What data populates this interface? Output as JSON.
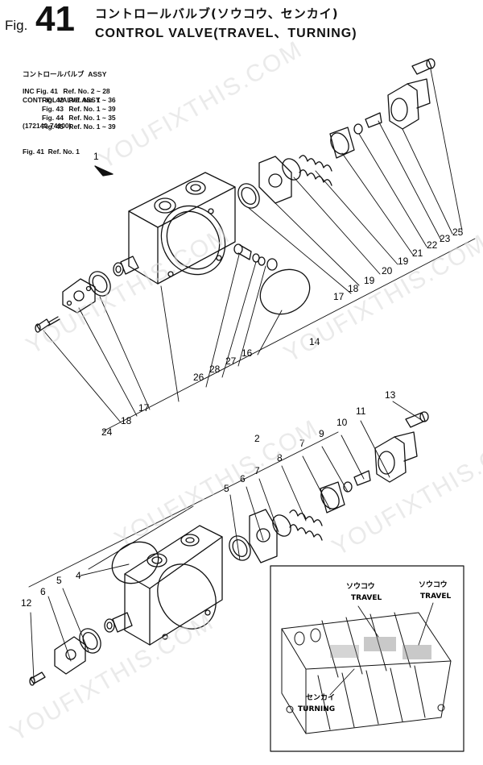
{
  "header": {
    "fig_word": "Fig.",
    "fig_number": "41",
    "title_jp": "コントロールバルブ(ソウコウ、センカイ)",
    "title_en": "CONTROL VALVE(TRAVEL、TURNING)"
  },
  "assy_block": {
    "line1": "コントロールバルブ  ASSY",
    "line2": "CONTROL VALVE ASSY",
    "line3": "(172149-74100)",
    "line4": "Fig. 41  Ref. No. 1",
    "refs": [
      {
        "fig": "INC Fig. 41",
        "ref": "Ref. No. 2 ~ 28"
      },
      {
        "fig": "Fig. 42",
        "ref": "Ref. No. 1 ~ 36"
      },
      {
        "fig": "Fig. 43",
        "ref": "Ref. No. 1 ~ 39"
      },
      {
        "fig": "Fig. 44",
        "ref": "Ref. No. 1 ~ 35"
      },
      {
        "fig": "Fig. 45",
        "ref": "Ref. No. 1 ~ 39"
      }
    ]
  },
  "callouts_upper": [
    "1",
    "14",
    "16",
    "17",
    "17",
    "18",
    "18",
    "19",
    "19",
    "20",
    "21",
    "22",
    "23",
    "24",
    "25",
    "26",
    "27",
    "28"
  ],
  "callouts_lower": [
    "2",
    "4",
    "5",
    "5",
    "6",
    "6",
    "7",
    "7",
    "8",
    "9",
    "10",
    "11",
    "12",
    "13"
  ],
  "inset": {
    "travel_jp_1": "ソウコウ",
    "travel_en_1": "TRAVEL",
    "travel_jp_2": "ソウコウ",
    "travel_en_2": "TRAVEL",
    "turning_jp": "センカイ",
    "turning_en": "TURNING"
  },
  "watermark": "YOUFIXTHIS.COM"
}
